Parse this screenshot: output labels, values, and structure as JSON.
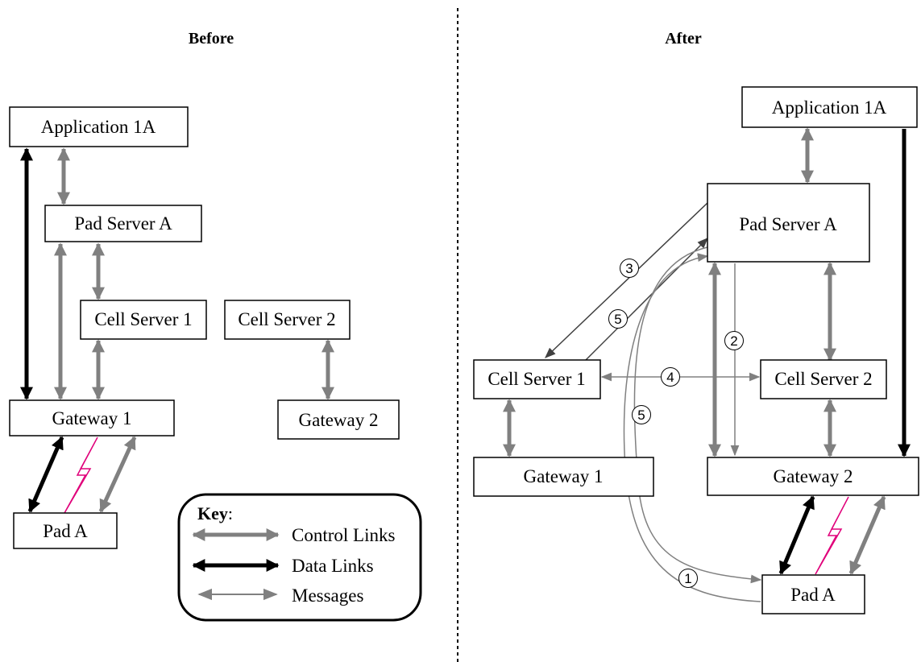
{
  "headings": {
    "before": "Before",
    "after": "After"
  },
  "before": {
    "application": "Application 1A",
    "pad_server": "Pad Server A",
    "cell_server_1": "Cell Server 1",
    "cell_server_2": "Cell Server 2",
    "gateway_1": "Gateway 1",
    "gateway_2": "Gateway 2",
    "pad": "Pad A"
  },
  "after": {
    "application": "Application 1A",
    "pad_server": "Pad Server A",
    "cell_server_1": "Cell Server 1",
    "cell_server_2": "Cell Server 2",
    "gateway_1": "Gateway 1",
    "gateway_2": "Gateway 2",
    "pad": "Pad A",
    "step_labels": {
      "s1": "1",
      "s2": "2",
      "s3": "3",
      "s4": "4",
      "s5a": "5",
      "s5b": "5"
    }
  },
  "key": {
    "title": "Key",
    "colon": ":",
    "control": "Control Links",
    "data": "Data Links",
    "messages": "Messages"
  },
  "colors": {
    "control": "#808080",
    "data": "#000000",
    "message": "#808080",
    "wireless": "#e0007a"
  }
}
